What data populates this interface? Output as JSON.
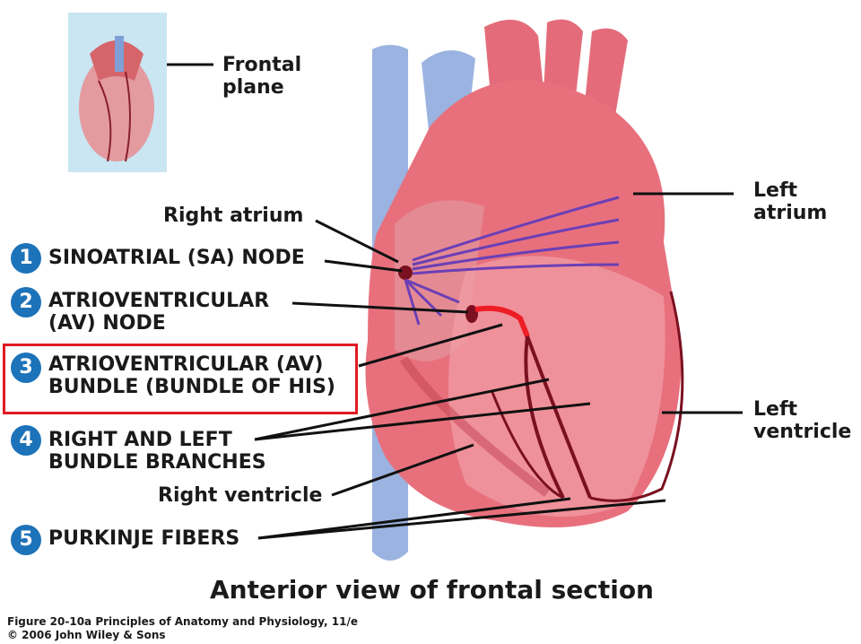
{
  "labels": {
    "frontal_plane": [
      "Frontal",
      "plane"
    ],
    "right_atrium": "Right atrium",
    "left_atrium": [
      "Left",
      "atrium"
    ],
    "left_ventricle": [
      "Left",
      "ventricle"
    ],
    "right_ventricle": "Right ventricle"
  },
  "steps": [
    {
      "num": "1",
      "lines": [
        "SINOATRIAL (SA) NODE"
      ]
    },
    {
      "num": "2",
      "lines": [
        "ATRIOVENTRICULAR",
        "(AV) NODE"
      ]
    },
    {
      "num": "3",
      "lines": [
        "ATRIOVENTRICULAR (AV)",
        "BUNDLE (BUNDLE OF HIS)"
      ]
    },
    {
      "num": "4",
      "lines": [
        "RIGHT AND LEFT",
        "BUNDLE BRANCHES"
      ]
    },
    {
      "num": "5",
      "lines": [
        "PURKINJE FIBERS"
      ]
    }
  ],
  "title": "Anterior view of frontal section",
  "caption": {
    "line1": "Figure 20-10a  Principles of Anatomy and Physiology, 11/e",
    "line2": "© 2006 John Wiley & Sons"
  },
  "colors": {
    "step_badge": "#1d73b9",
    "highlight_box": "#e01b22",
    "myocardium": "#e66b78",
    "vessel_blue": "#8fa8d8",
    "conduction": "#7a1020"
  }
}
